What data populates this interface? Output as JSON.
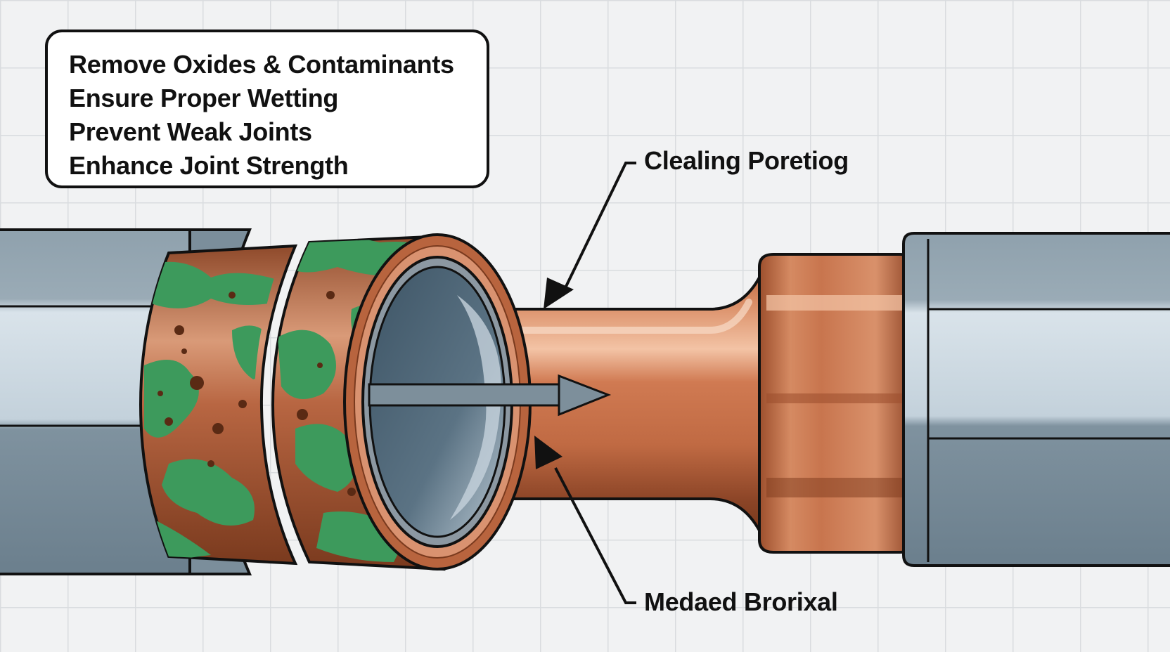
{
  "callout": {
    "lines": [
      "Remove Oxides & Contaminants",
      "Ensure Proper Wetting",
      "Prevent Weak Joints",
      "Enhance Joint Strength"
    ]
  },
  "labels": {
    "top": "Clealing Poretiog",
    "bottom": "Medaed Brorixal"
  },
  "colors": {
    "background": "#f1f2f3",
    "grid": "#d9dcdf",
    "pipe_steel": "#7f929f",
    "copper": "#c7734c",
    "copper_dark": "#8a4325",
    "corrosion_green": "#3d9a5c",
    "outline": "#111111"
  }
}
